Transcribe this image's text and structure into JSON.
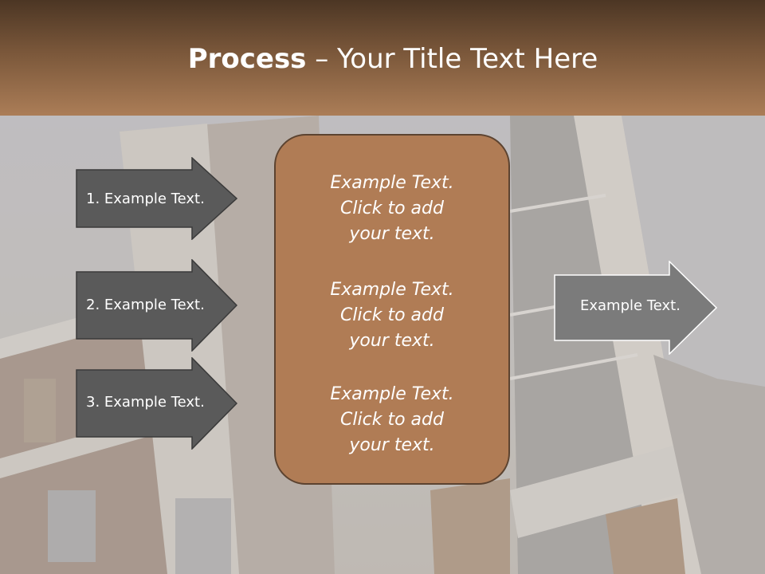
{
  "slide": {
    "title_bold": "Process",
    "title_rest": " – Your Title Text Here"
  },
  "steps": [
    {
      "label": "1. Example Text."
    },
    {
      "label": "2. Example Text."
    },
    {
      "label": "3. Example Text."
    }
  ],
  "center": {
    "blocks": [
      {
        "line1": "Example Text.",
        "line2": "Click  to add",
        "line3": "your text."
      },
      {
        "line1": "Example Text.",
        "line2": "Click  to add",
        "line3": "your text."
      },
      {
        "line1": "Example Text.",
        "line2": "Click  to add",
        "line3": "your text."
      }
    ]
  },
  "output": {
    "label": "Example Text."
  },
  "colors": {
    "header_dark": "#4c3624",
    "header_light": "#ab7d57",
    "arrow_dark": "#5a5a5a",
    "arrow_light": "#7b7b7b",
    "box_fill": "#b07c55",
    "box_border": "#5c4330"
  }
}
